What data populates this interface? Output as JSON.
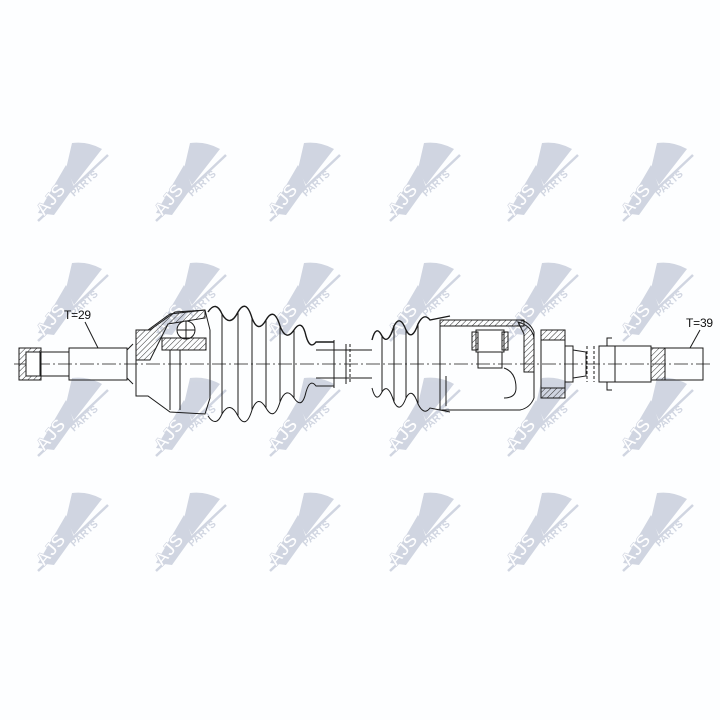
{
  "diagram": {
    "subject": "drive shaft (CV axle) technical drawing",
    "labels": {
      "left_teeth": "T=29",
      "right_teeth": "T=39"
    },
    "colors": {
      "line": "#1a1a1a",
      "hatch": "#333333",
      "watermark": "#c9cfdc",
      "background": "#fdfeff"
    }
  },
  "watermark": {
    "text_brand": "AJS",
    "text_sub": "PARTS",
    "grid": {
      "columns_x": [
        30,
        148,
        262,
        382,
        500,
        615
      ],
      "rows_y": [
        135,
        255,
        370,
        485
      ]
    }
  }
}
